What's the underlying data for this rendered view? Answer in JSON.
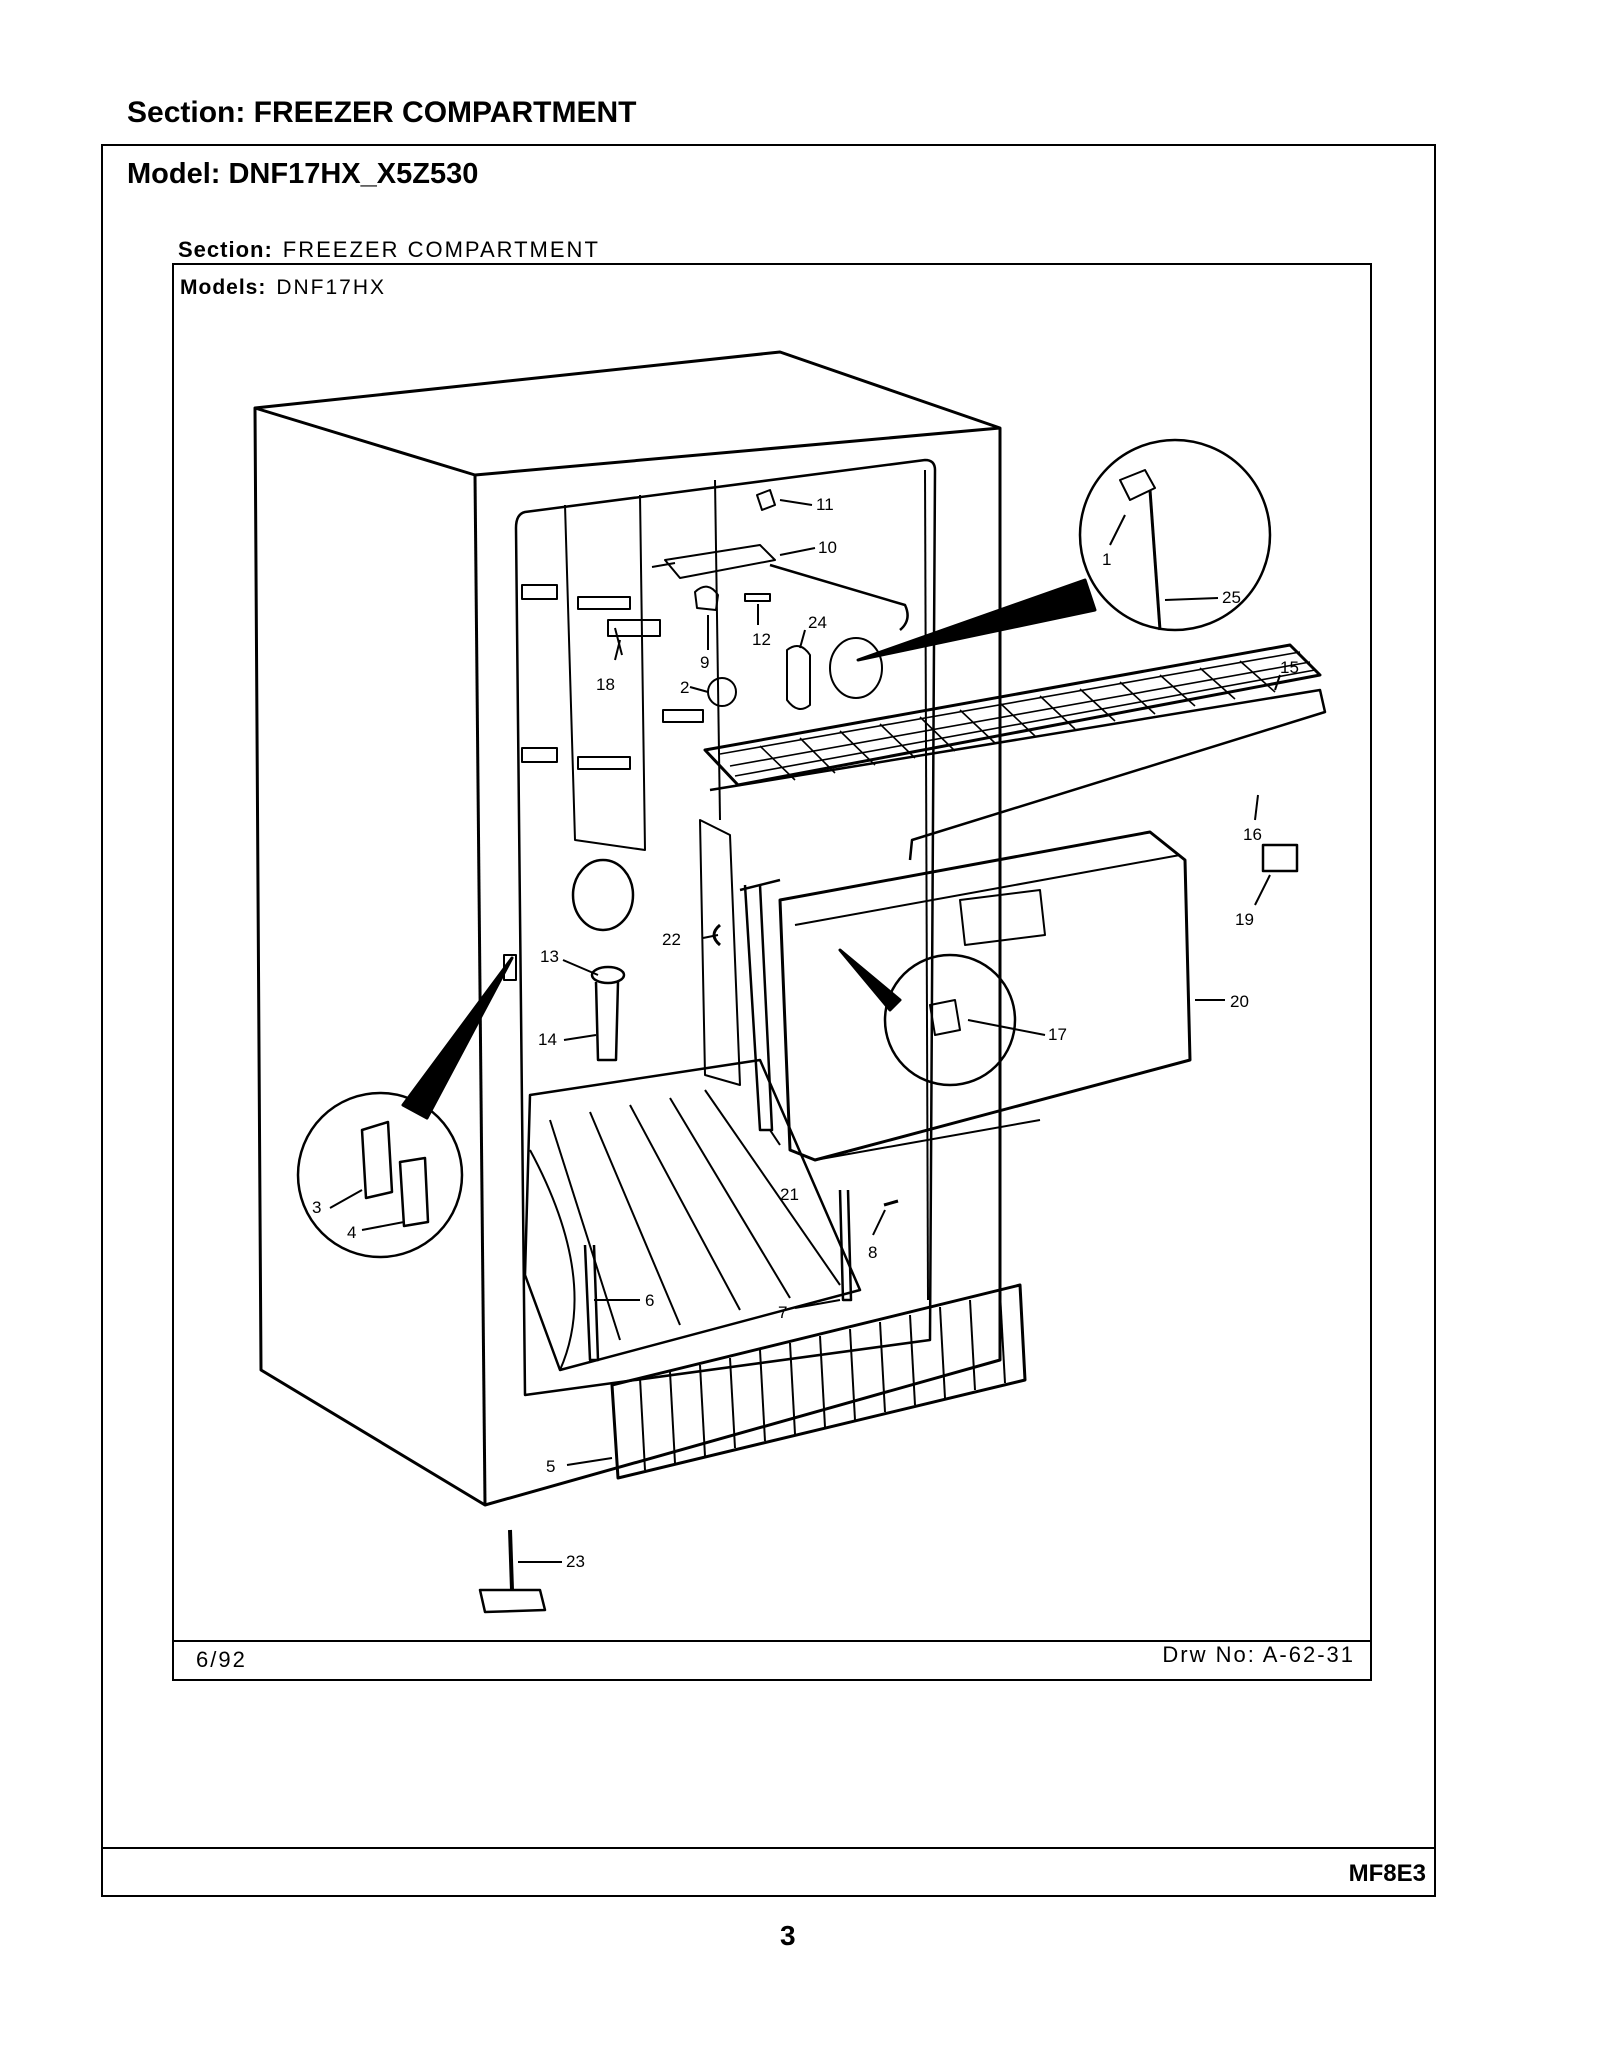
{
  "page": {
    "section_title": "Section:  FREEZER COMPARTMENT",
    "model_title": "Model:  DNF17HX_X5Z530",
    "footer_code": "MF8E3",
    "page_number": "3"
  },
  "drawing": {
    "section_label": "Section:",
    "section_value": "FREEZER COMPARTMENT",
    "models_label": "Models:",
    "models_value": "DNF17HX",
    "date": "6/92",
    "drawing_number": "Drw No: A-62-31"
  },
  "callouts": [
    "1",
    "2",
    "3",
    "4",
    "5",
    "6",
    "7",
    "8",
    "9",
    "10",
    "11",
    "12",
    "13",
    "14",
    "15",
    "16",
    "17",
    "18",
    "19",
    "20",
    "21",
    "22",
    "23",
    "24",
    "25"
  ]
}
